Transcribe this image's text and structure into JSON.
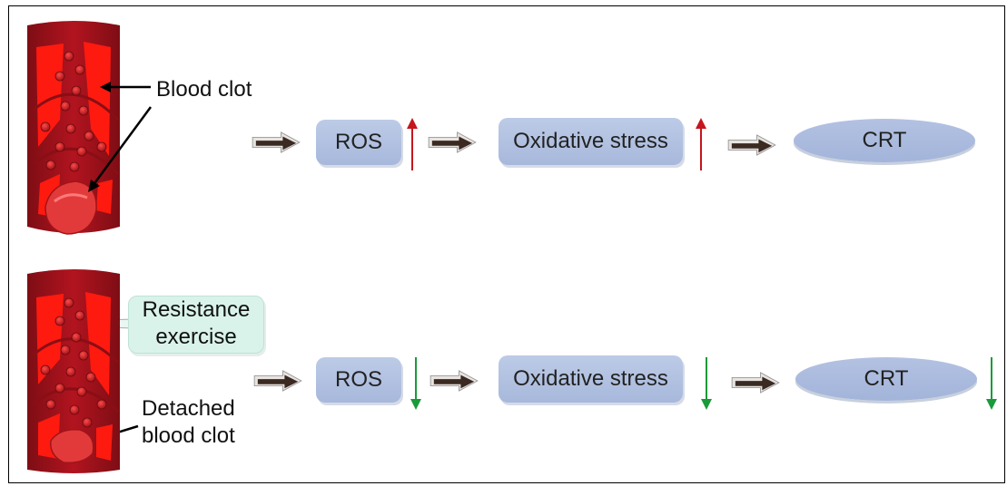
{
  "top": {
    "vessel_label": "Blood clot",
    "steps": [
      "ROS",
      "Oxidative stress",
      "CRT"
    ],
    "trend": "up",
    "trend_color": "#c4161c"
  },
  "bottom": {
    "callout": [
      "Resistance",
      "exercise"
    ],
    "vessel_label": [
      "Detached",
      "blood clot"
    ],
    "steps": [
      "ROS",
      "Oxidative stress",
      "CRT"
    ],
    "trend": "down",
    "trend_color": "#1a9a3a"
  },
  "colors": {
    "vessel": "#a3121d",
    "lumen": "#ff1a10",
    "step_box": "#b3c2e2",
    "flow_arrow": "#3a2a22",
    "callout": "#d9f3ea"
  },
  "icons": [
    "flow-arrow-icon",
    "up-arrow-icon",
    "down-arrow-icon",
    "blood-vessel-icon"
  ]
}
